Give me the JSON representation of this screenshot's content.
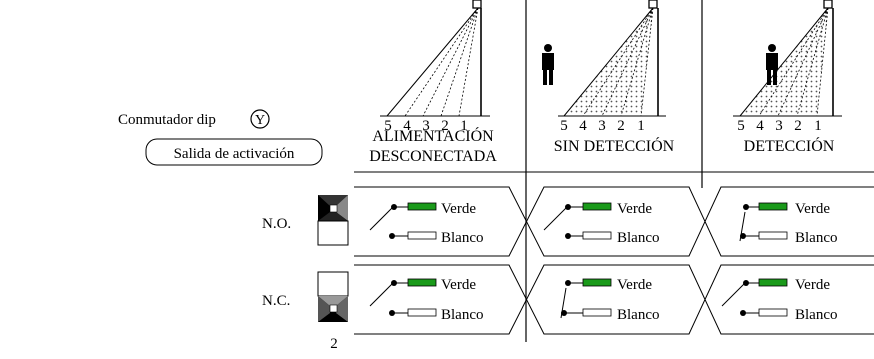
{
  "labels": {
    "dip_switch": "Conmutador dip",
    "dip_marker": "Y",
    "activation_output": "Salida de activación",
    "no": "N.O.",
    "nc": "N.C.",
    "dip_number": "2"
  },
  "columns": [
    {
      "line1": "ALIMENTACIÓN",
      "line2": "DESCONECTADA"
    },
    {
      "line1": "SIN DETECCIÓN"
    },
    {
      "line1": "DETECCIÓN"
    }
  ],
  "zones": [
    "5",
    "4",
    "3",
    "2",
    "1"
  ],
  "wires": {
    "green": "Verde",
    "white": "Blanco"
  },
  "colors": {
    "green_wire": "#1a9a1a",
    "white_wire": "#ffffff",
    "line": "#000000"
  }
}
